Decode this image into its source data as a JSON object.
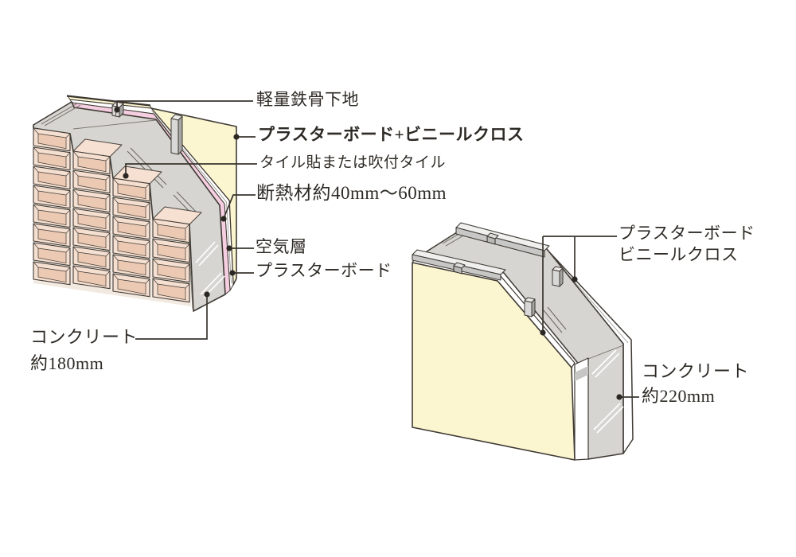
{
  "colors": {
    "background": "#FFFFFF",
    "brick": "#EBC9B3",
    "brick_bevel": "#F5DFD0",
    "concrete": "#D6D5D1",
    "insulation": "#F6CEE1",
    "board_white": "#FFFFFF",
    "panel_cream": "#FBF5D0",
    "outline": "#3F3A34",
    "text": "#2E2A25"
  },
  "left_wall": {
    "labels": {
      "steel_base": "軽量鉄骨下地",
      "plasterboard_vinyl": "プラスターボード+ビニールクロス",
      "tile": "タイル貼または吹付タイル",
      "insulation": "断熱材約40mm〜60mm",
      "air_layer": "空気層",
      "plasterboard": "プラスターボード",
      "concrete": "コンクリート",
      "concrete_thickness": "約180mm"
    }
  },
  "right_wall": {
    "labels": {
      "plasterboard": "プラスターボード",
      "vinyl_cloth": "ビニールクロス",
      "concrete": "コンクリート",
      "concrete_thickness": "約220mm"
    }
  }
}
